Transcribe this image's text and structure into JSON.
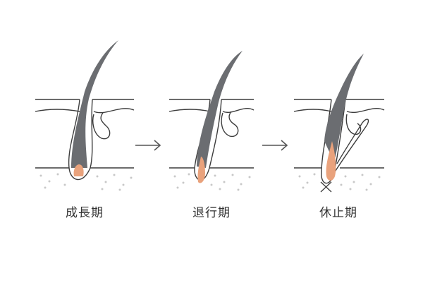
{
  "stages": [
    {
      "id": "anagen",
      "label": "成長期"
    },
    {
      "id": "catagen",
      "label": "退行期"
    },
    {
      "id": "telogen",
      "label": "休止期"
    }
  ],
  "colors": {
    "line": "#3c3c3c",
    "hair": "#6b6d71",
    "papilla": "#e9a27c",
    "dots": "#c8c8c8",
    "arrow": "#555555"
  },
  "icons": [
    "arrow-right-icon",
    "arrow-right-icon"
  ]
}
